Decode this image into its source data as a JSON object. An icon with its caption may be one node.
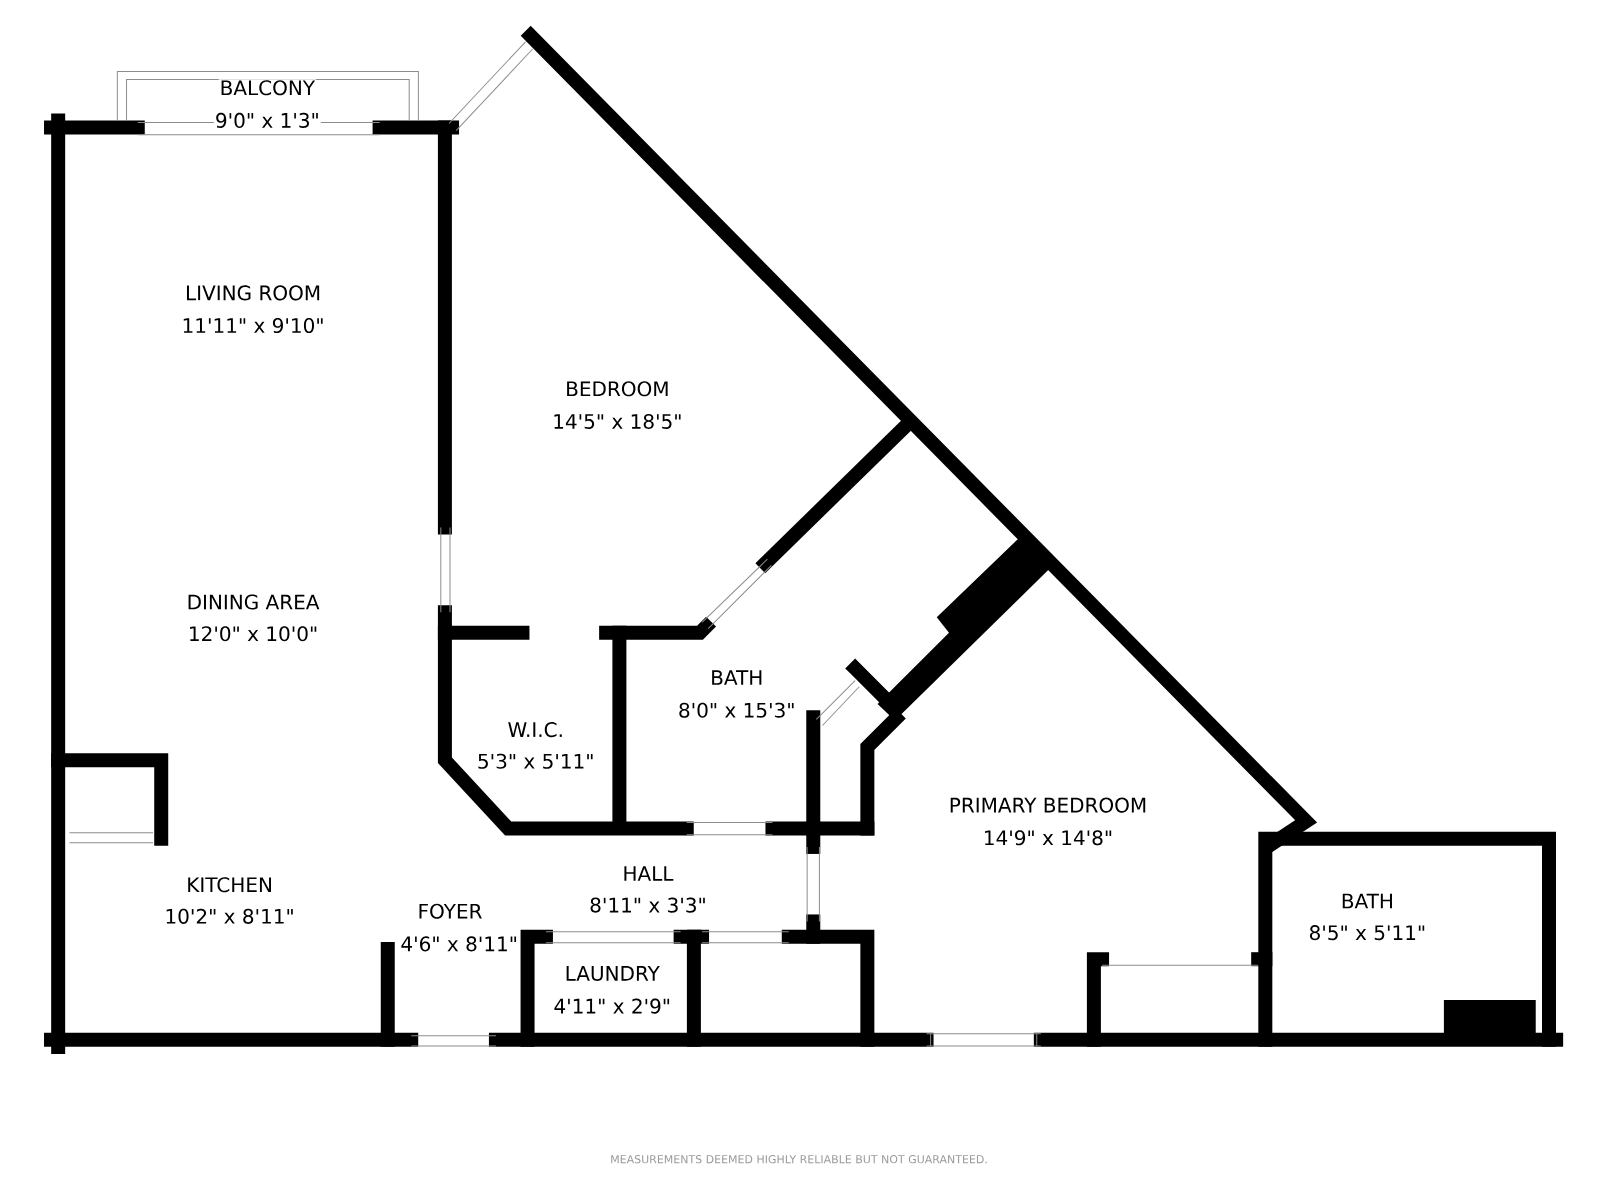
{
  "diagram": {
    "labels": [
      "BALCONY",
      "9'0\" x 1'3\"",
      "LIVING ROOM",
      "11'11\" x 9'10\"",
      "BEDROOM",
      "14'5\" x 18'5\"",
      "DINING AREA",
      "12'0\" x 10'0\"",
      "BATH",
      "8'0\" x 15'3\"",
      "W.I.C.",
      "5'3\" x 5'11\"",
      "PRIMARY BEDROOM",
      "14'9\" x 14'8\"",
      "KITCHEN",
      "10'2\" x 8'11\"",
      "HALL",
      "8'11\" x 3'3\"",
      "FOYER",
      "4'6\" x 8'11\"",
      "LAUNDRY",
      "4'11\" x 2'9\"",
      "BATH",
      "8'5\" x 5'11\"",
      "MEASUREMENTS DEEMED HIGHLY RELIABLE BUT NOT GUARANTEED."
    ]
  }
}
